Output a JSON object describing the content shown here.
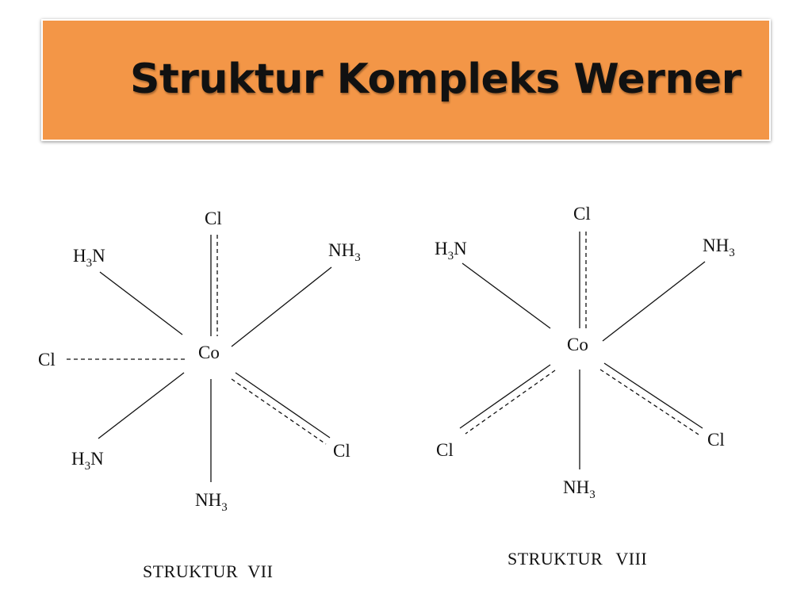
{
  "title": "Struktur Kompleks Werner",
  "colors": {
    "banner": "#f39647",
    "ink": "#111111"
  },
  "structures": [
    {
      "caption_main": "STRUKTUR",
      "caption_numeral": "VII",
      "center": "Co",
      "ligands": {
        "top": "Cl",
        "upper_left": {
          "base": "H",
          "sub": "3",
          "tail": "N"
        },
        "upper_right": {
          "base": "NH",
          "sub": "3"
        },
        "left": "Cl",
        "lower_left": {
          "base": "H",
          "sub": "3",
          "tail": "N"
        },
        "bottom": {
          "base": "NH",
          "sub": "3"
        },
        "lower_right": "Cl"
      }
    },
    {
      "caption_main": "STRUKTUR",
      "caption_numeral": "VIII",
      "center": "Co",
      "ligands": {
        "top": "Cl",
        "upper_left": {
          "base": "H",
          "sub": "3",
          "tail": "N"
        },
        "upper_right": {
          "base": "NH",
          "sub": "3"
        },
        "lower_left": "Cl",
        "bottom": {
          "base": "NH",
          "sub": "3"
        },
        "lower_right": "Cl"
      }
    }
  ]
}
